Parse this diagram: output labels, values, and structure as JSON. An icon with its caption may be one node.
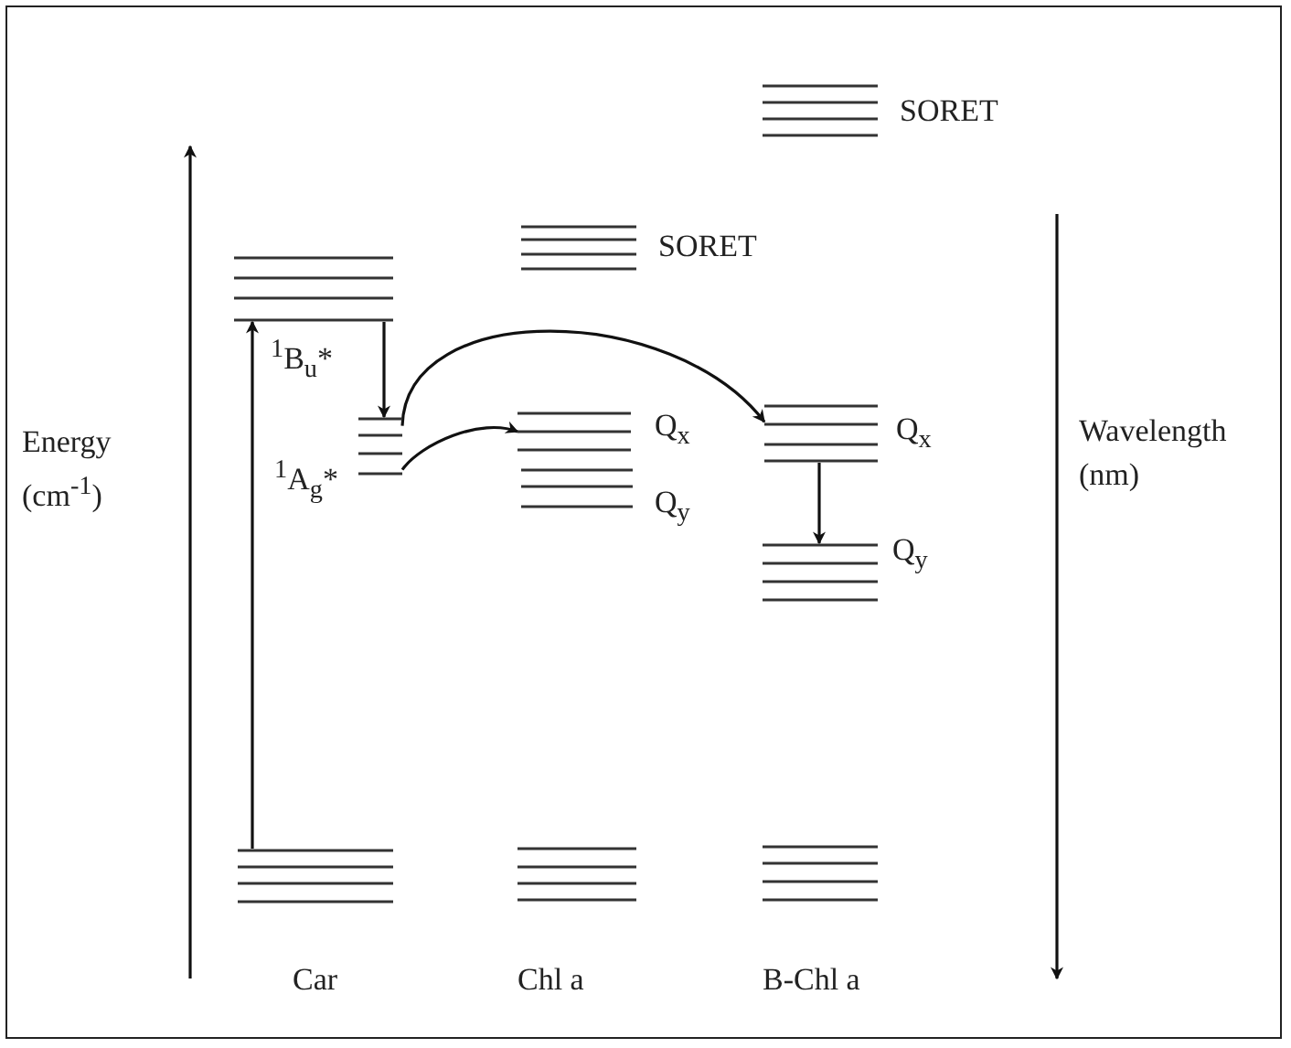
{
  "diagram": {
    "nodes": [
      {
        "text": [],
        "shape": "bar"
      },
      {
        "text": [
          "$^{1}$B$_{u}$*"
        ]
      },
      {
        "text": [
          "$^{1}$A$_{g}$*"
        ]
      },
      {
        "text": [
          "SORET"
        ]
      },
      {
        "text": [
          "Q$_{x}$"
        ]
      },
      {
        "text": [
          "Q$_{y}$"
        ]
      },
      {
        "text": [],
        "shape": "bar"
      },
      {
        "text": [
          "SORET"
        ]
      },
      {
        "text": [
          "Q$_{x}$"
        ]
      },
      {
        "text": [
          "Q$_{y}$"
        ]
      },
      {
        "text": [],
        "shape": "bar"
      }
    ],
    "edges": [
      {
        "from": 0,
        "to": 1,
        "arrow": "to"
      },
      {
        "from": 1,
        "to": 2,
        "arrow": "to"
      },
      {
        "from": 2,
        "to": 4,
        "arrow": "to"
      },
      {
        "from": 2,
        "to": 8,
        "arrow": "to"
      },
      {
        "from": 8,
        "to": 9,
        "arrow": "to"
      }
    ],
    "labels": [
      "Energy (cm$^{-1}$)",
      "Wavelength (nm)",
      "Car",
      "Chl a",
      "B-Chl a"
    ]
  }
}
